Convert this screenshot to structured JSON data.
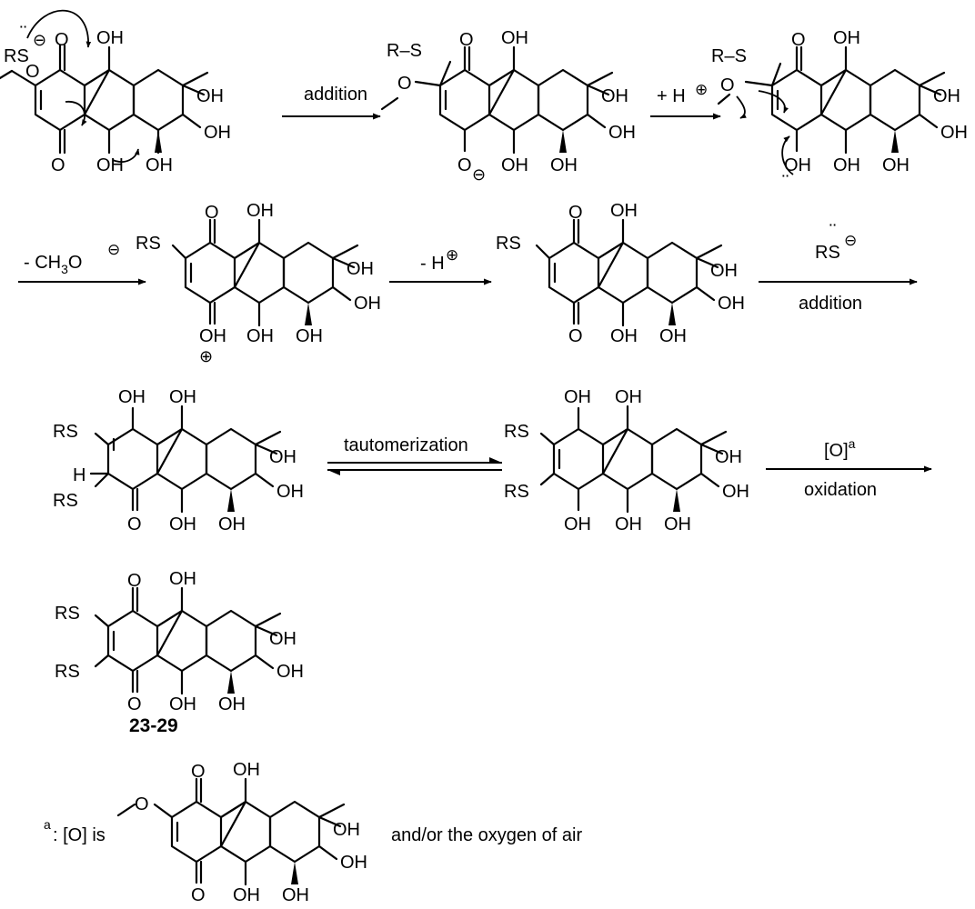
{
  "labels": {
    "rs": "RS",
    "r_s": "R–S",
    "oh": "OH",
    "o": "O",
    "h": "H",
    "charge_minus": "⊖",
    "charge_plus": "⊕",
    "lone_pair": "¨"
  },
  "steps": {
    "step1": "addition",
    "step2": "+ H",
    "step3_prefix": "- CH",
    "step3_sub": "3",
    "step3_suffix": "O",
    "step4": "- H",
    "step5_top": "RS",
    "step5_bottom": "addition",
    "step6": "tautomerization",
    "step7_top": "[O]",
    "step7_sup": "a",
    "step7_bottom": "oxidation"
  },
  "product_id": "23-29",
  "footnote": {
    "marker": "a",
    "text_left": ": [O] is",
    "text_right": "and/or the oxygen of air"
  },
  "colors": {
    "ink": "#000000",
    "background": "#ffffff"
  }
}
